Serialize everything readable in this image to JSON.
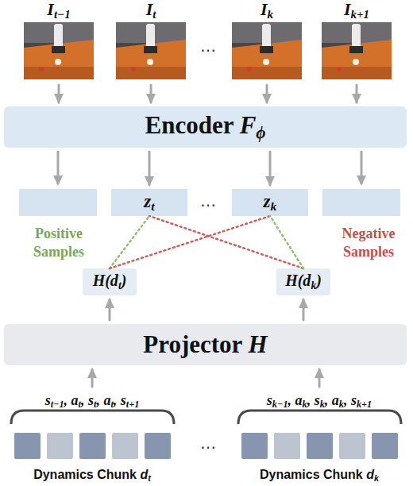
{
  "diagram": {
    "nodes": [
      {
        "text": [
          "It−1"
        ]
      },
      {
        "text": [
          "It"
        ]
      },
      {
        "text": [
          "Ik"
        ]
      },
      {
        "text": [
          "Ik+1"
        ]
      },
      {
        "text": [
          "Encoder Fϕ"
        ]
      },
      {
        "text": [
          "zt"
        ]
      },
      {
        "text": [
          "zk"
        ]
      },
      {
        "text": [
          "H(dt)"
        ]
      },
      {
        "text": [
          "H(dk)"
        ]
      },
      {
        "text": [
          "Projector H"
        ]
      },
      {
        "text": [
          "st−1, at, st, at, st+1",
          "Dynamics Chunk dt"
        ]
      },
      {
        "text": [
          "sk−1, ak, sk, ak, sk+1",
          "Dynamics Chunk dk"
        ]
      }
    ],
    "edges": [
      {
        "from": 0,
        "to": 4,
        "arrow": "to"
      },
      {
        "from": 1,
        "to": 4,
        "arrow": "to"
      },
      {
        "from": 2,
        "to": 4,
        "arrow": "to"
      },
      {
        "from": 3,
        "to": 4,
        "arrow": "to"
      },
      {
        "from": 4,
        "to": 5,
        "arrow": "to"
      },
      {
        "from": 4,
        "to": 6,
        "arrow": "to"
      },
      {
        "from": 7,
        "to": 5,
        "arrow": "none"
      },
      {
        "from": 7,
        "to": 6,
        "arrow": "none"
      },
      {
        "from": 8,
        "to": 5,
        "arrow": "none"
      },
      {
        "from": 8,
        "to": 6,
        "arrow": "none"
      },
      {
        "from": 9,
        "to": 7,
        "arrow": "to"
      },
      {
        "from": 9,
        "to": 8,
        "arrow": "to"
      },
      {
        "from": 10,
        "to": 9,
        "arrow": "to"
      },
      {
        "from": 11,
        "to": 9,
        "arrow": "to"
      }
    ],
    "labels": [
      "…",
      "…",
      "Positive Samples",
      "Negative Samples",
      "…"
    ]
  }
}
